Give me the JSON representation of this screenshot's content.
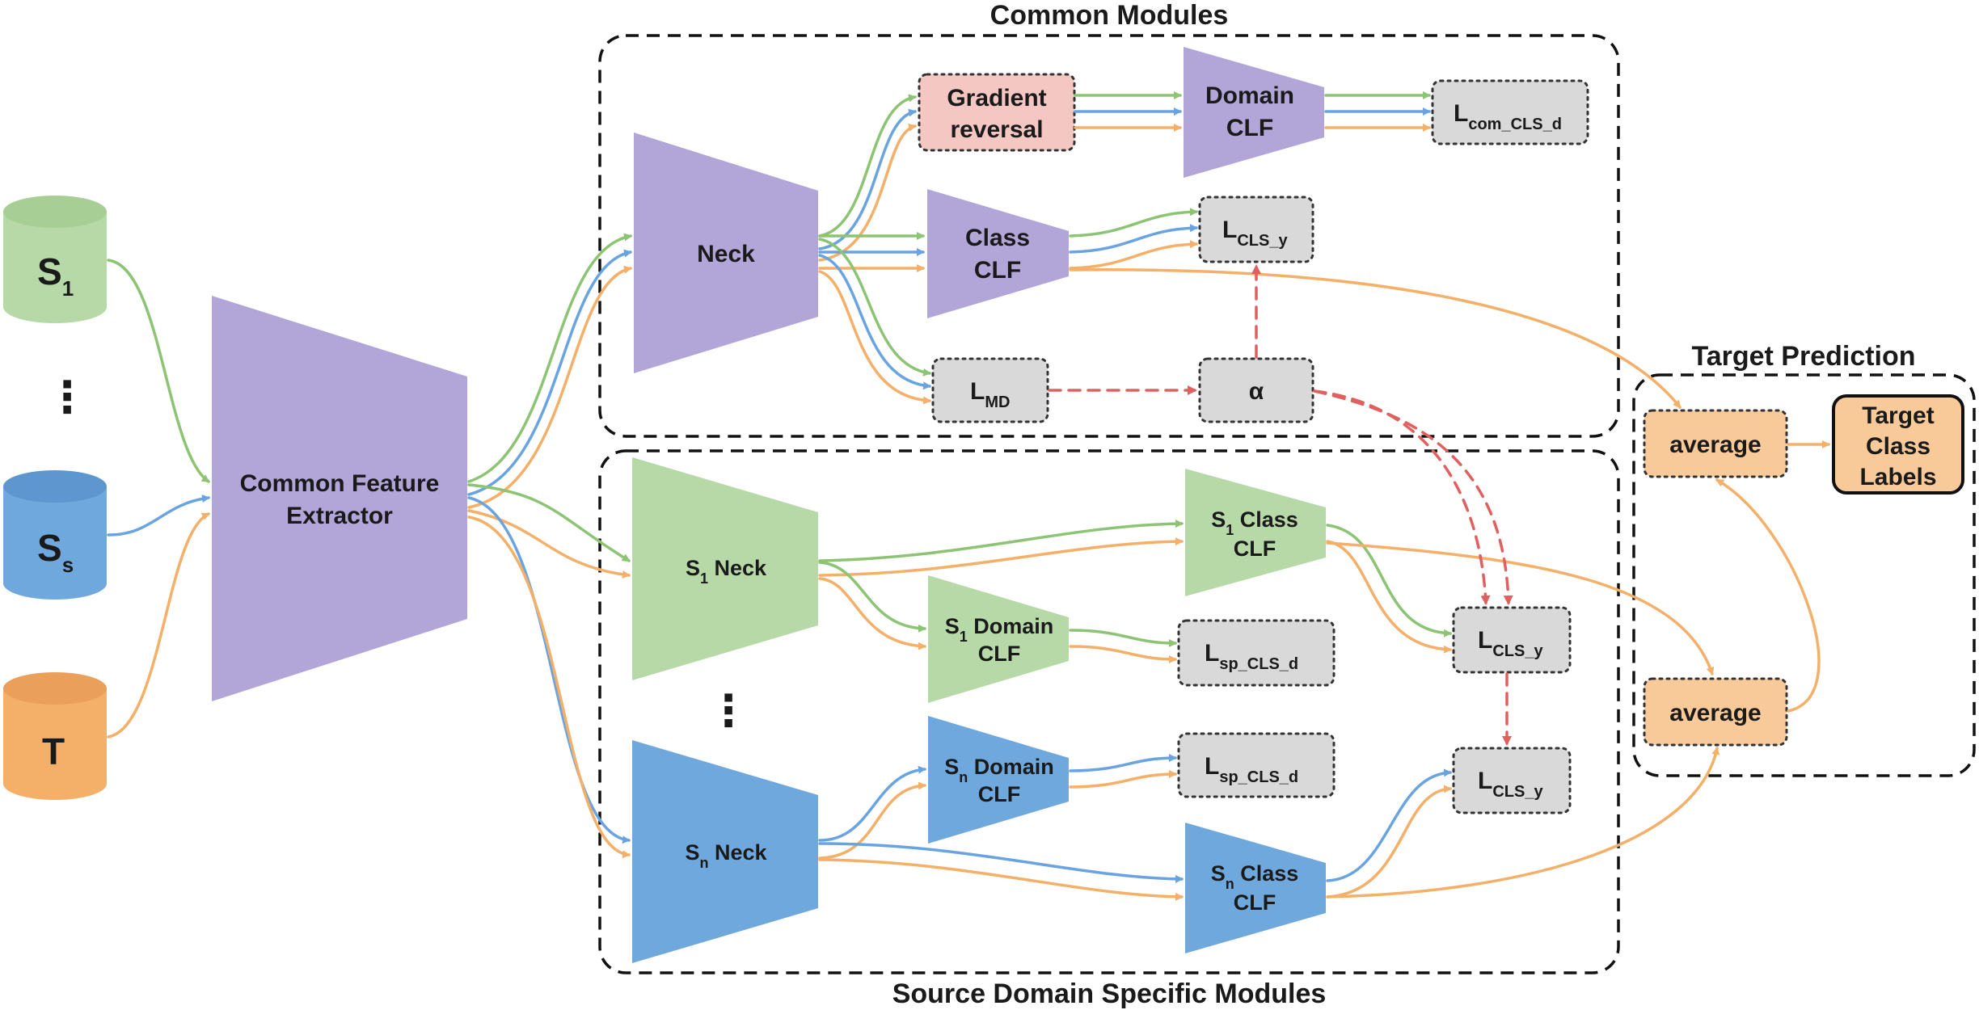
{
  "titles": {
    "common": "Common Modules",
    "source": "Source Domain Specific Modules",
    "target": "Target Prediction"
  },
  "inputs": {
    "s1": {
      "main": "S",
      "sub": "1"
    },
    "dots": "⋮",
    "ss": {
      "main": "S",
      "sub": "s"
    },
    "t": {
      "main": "T"
    }
  },
  "extractor": {
    "line1": "Common Feature",
    "line2": "Extractor"
  },
  "common": {
    "neck": "Neck",
    "gradient_reversal": {
      "line1": "Gradient",
      "line2": "reversal"
    },
    "domain_clf": {
      "line1": "Domain",
      "line2": "CLF"
    },
    "class_clf": {
      "line1": "Class",
      "line2": "CLF"
    },
    "l_com_cls_d": {
      "main": "L",
      "sub": "com_CLS_d"
    },
    "l_cls_y": {
      "main": "L",
      "sub": "CLS_y"
    },
    "l_md": {
      "main": "L",
      "sub": "MD"
    },
    "alpha": "α"
  },
  "source": {
    "s1_neck": {
      "main": "S",
      "sub": "1",
      "rest": " Neck"
    },
    "s1_class_clf": {
      "main": "S",
      "sub": "1",
      "rest": " Class",
      "line2": "CLF"
    },
    "s1_domain_clf": {
      "main": "S",
      "sub": "1",
      "rest": " Domain",
      "line2": "CLF"
    },
    "l_sp_cls_d_1": {
      "main": "L",
      "sub": "sp_CLS_d"
    },
    "l_cls_y_1": {
      "main": "L",
      "sub": "CLS_y"
    },
    "dots": "⋮",
    "sn_neck": {
      "main": "S",
      "sub": "n",
      "rest": " Neck"
    },
    "sn_domain_clf": {
      "main": "S",
      "sub": "n",
      "rest": " Domain",
      "line2": "CLF"
    },
    "l_sp_cls_d_n": {
      "main": "L",
      "sub": "sp_CLS_d"
    },
    "l_cls_y_n": {
      "main": "L",
      "sub": "CLS_y"
    },
    "sn_class_clf": {
      "main": "S",
      "sub": "n",
      "rest": " Class",
      "line2": "CLF"
    }
  },
  "target": {
    "average_top": "average",
    "average_bottom": "average",
    "labels": {
      "line1": "Target",
      "line2": "Class",
      "line3": "Labels"
    }
  },
  "colors": {
    "green": "#8dc474",
    "blue": "#6aa4e0",
    "orange": "#f4b069",
    "red_dashed": "#e06060",
    "purple_fill": "#b1a6d7",
    "green_fill": "#b7d9a8",
    "blue_fill": "#6fa8dc",
    "orange_fill": "#f8ca9a",
    "loss_fill": "#d9d9d9",
    "grad_fill": "#f4c7c3"
  }
}
